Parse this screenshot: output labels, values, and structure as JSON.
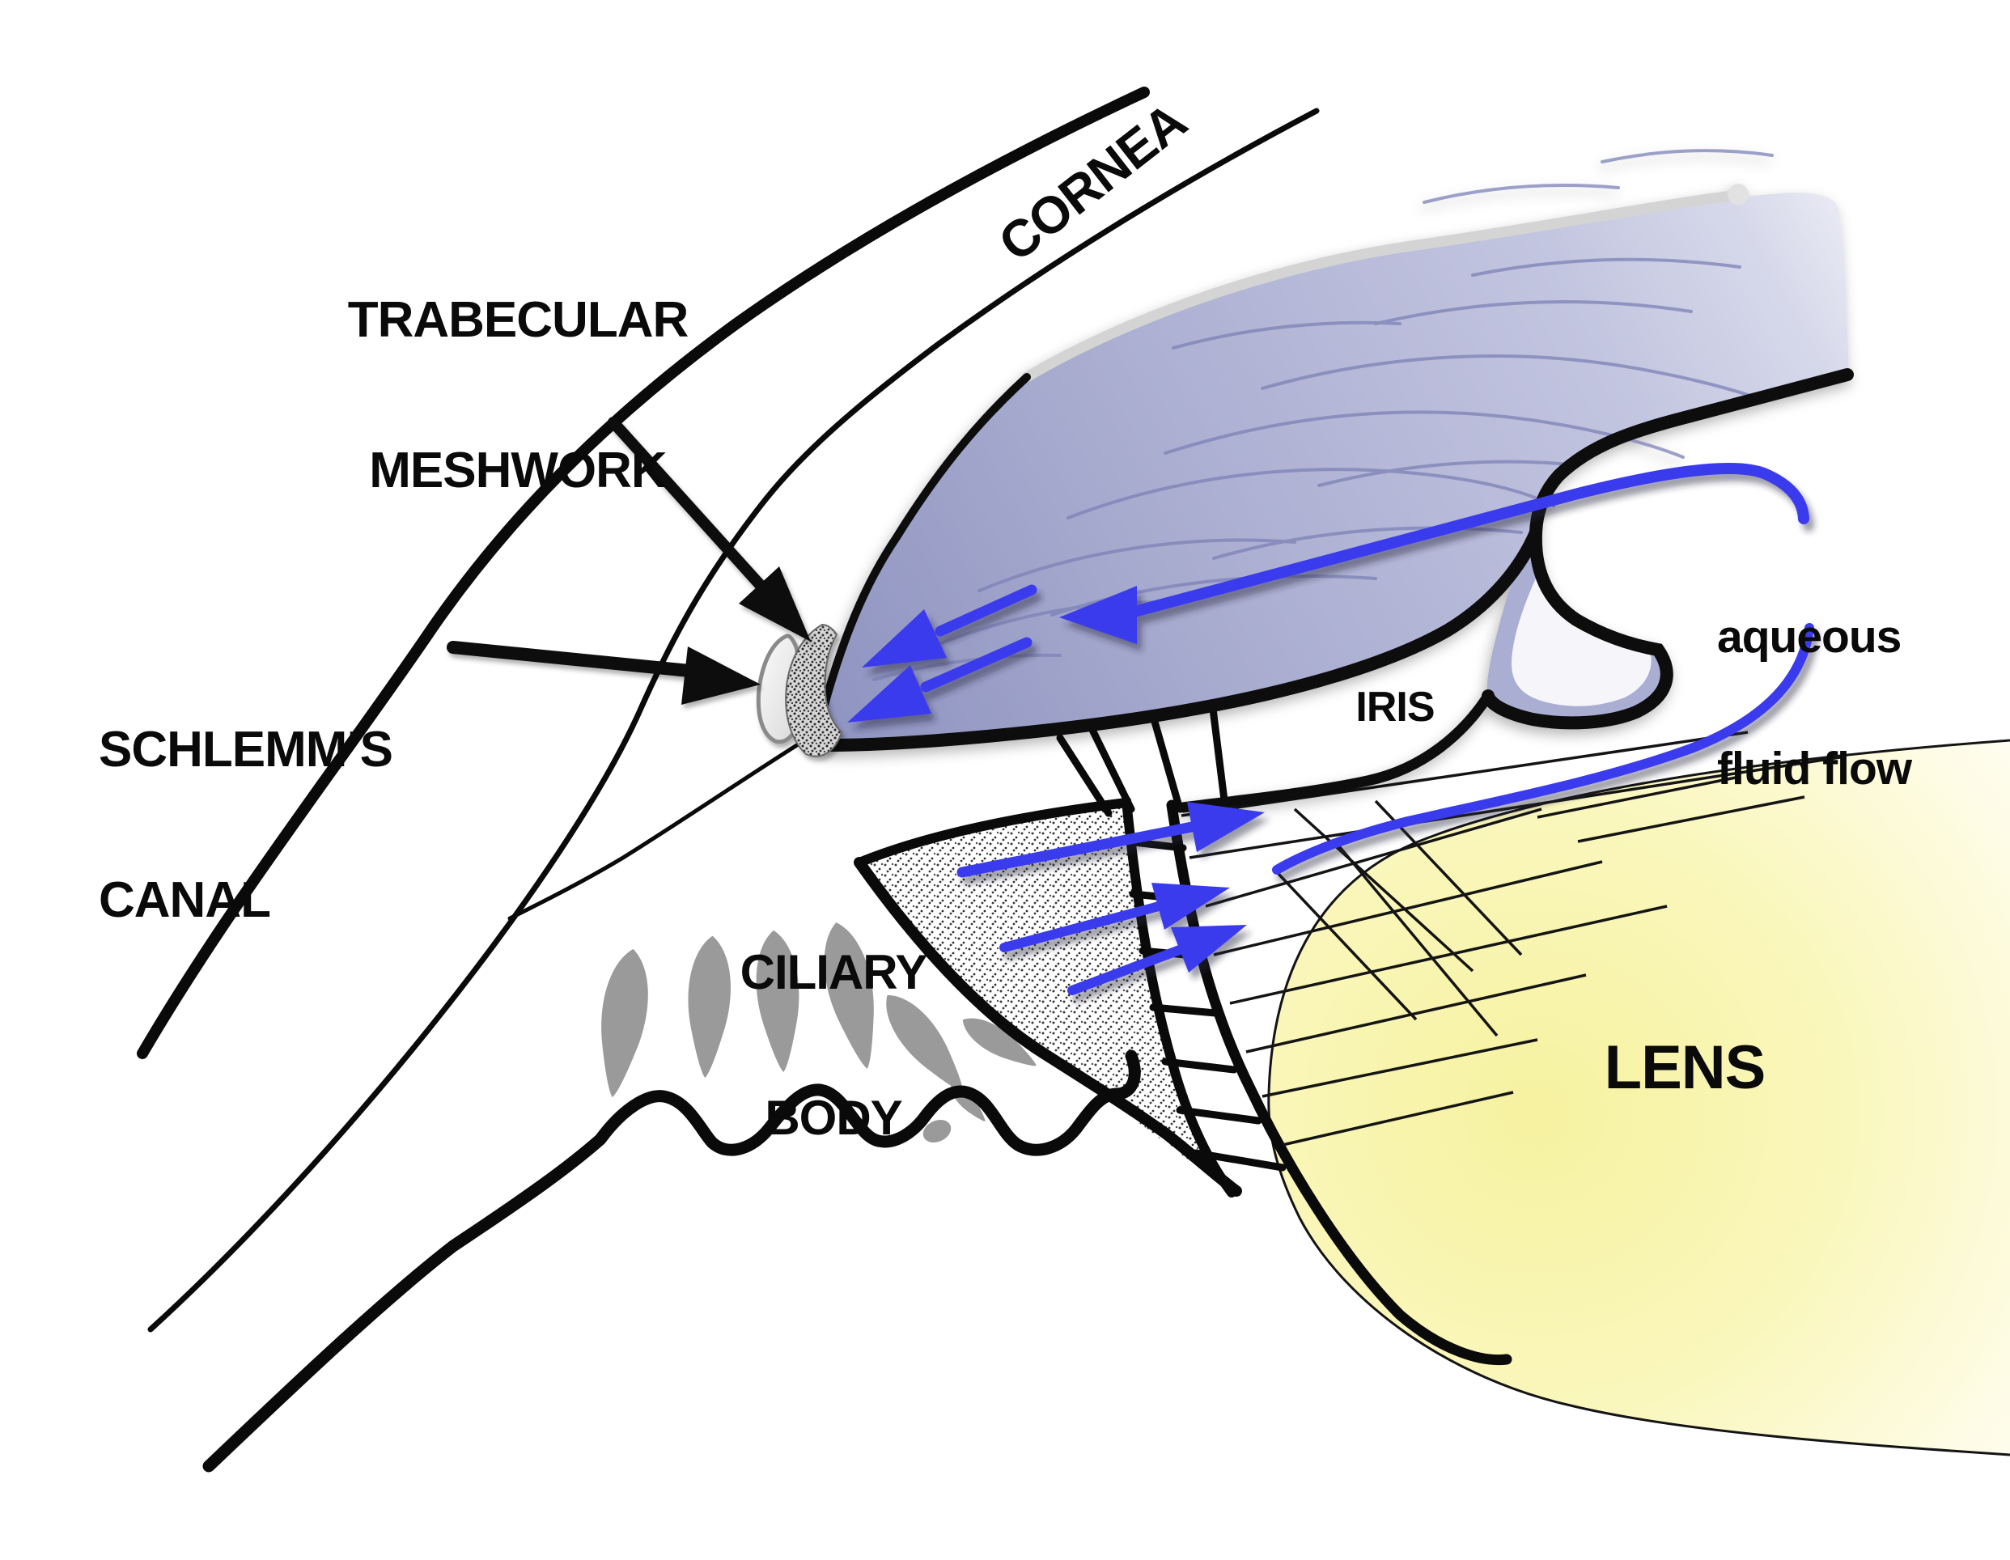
{
  "figure": {
    "type": "anatomical-diagram",
    "subject": "Aqueous fluid flow in the anterior eye (cross-section of iridocorneal angle)",
    "labels": {
      "cornea": "CORNEA",
      "trabecular": [
        "TRABECULAR",
        "MESHWORK"
      ],
      "schlemms": [
        "SCHLEMM’S",
        "CANAL"
      ],
      "iris": "IRIS",
      "aqueous": [
        "aqueous",
        "fluid flow"
      ],
      "ciliary": [
        "CILIARY",
        "BODY"
      ],
      "lens": "LENS"
    },
    "colors": {
      "flow_blue": "#3a3aee",
      "outline_black": "#0a0a0a",
      "iris_lavender": "#b2b5d6",
      "iris_deep": "#8f94c1",
      "iris_pale": "#ecedf5",
      "lens_yellow": "#f7f3a0",
      "lens_pale": "#fffef4",
      "muscle_gray": "#9a9a9a",
      "canal_gray": "#8a8a8a",
      "rim_gray": "#d4d4d4"
    },
    "flow_arrows": {
      "over_iris_count": 3,
      "from_ciliary_count": 3,
      "direction_over_iris": "toward trabecular meshwork (down-left)",
      "direction_from_ciliary": "toward posterior chamber (up-right)"
    }
  }
}
